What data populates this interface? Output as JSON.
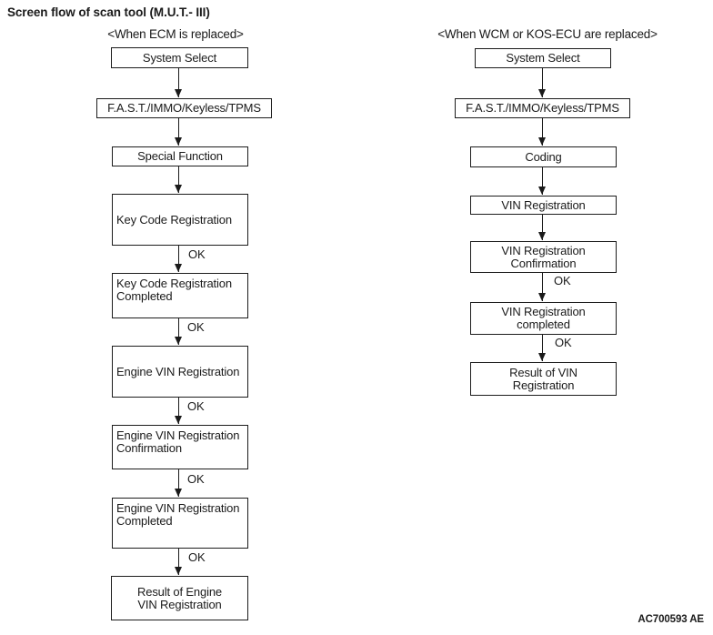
{
  "page": {
    "title": "Screen flow of scan tool (M.U.T.- III)",
    "figure_code": "AC700593 AE",
    "ok_label": "OK"
  },
  "left_flow": {
    "heading": "<When ECM is replaced>",
    "nodes": [
      "System Select",
      "F.A.S.T./IMMO/Keyless/TPMS",
      "Special Function",
      "Key Code Registration",
      "Key Code Registration\nCompleted",
      "Engine VIN Registration",
      "Engine VIN Registration\nConfirmation",
      "Engine VIN Registration\nCompleted",
      "Result of Engine\nVIN Registration"
    ]
  },
  "right_flow": {
    "heading": "<When WCM or KOS-ECU are replaced>",
    "nodes": [
      "System Select",
      "F.A.S.T./IMMO/Keyless/TPMS",
      "Coding",
      "VIN Registration",
      "VIN Registration\nConfirmation",
      "VIN Registration\ncompleted",
      "Result of VIN\nRegistration"
    ]
  }
}
